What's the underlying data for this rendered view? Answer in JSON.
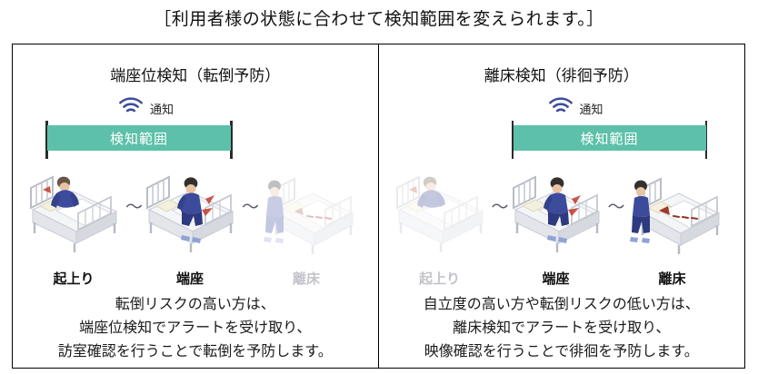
{
  "title": "［利用者様の状態に合わせて検知範囲を変えられます。］",
  "colors": {
    "range_band": "#5cc0aa",
    "wifi_icon": "#3f4d9e",
    "frame_border": "#000000",
    "dim_label": "#c3c3cb",
    "text": "#1a1a1a"
  },
  "separator": "～",
  "panels": [
    {
      "id": "tanzai-detection",
      "heading": "端座位検知（転倒予防）",
      "notify_label": "通知",
      "notify_icon": "wifi-icon",
      "range_label": "検知範囲",
      "states": [
        {
          "label": "起上り",
          "active": true
        },
        {
          "label": "端座",
          "active": true
        },
        {
          "label": "離床",
          "active": false
        }
      ],
      "description": [
        "転倒リスクの高い方は、",
        "端座位検知でアラートを受け取り、",
        "訪室確認を行うことで転倒を予防します。"
      ]
    },
    {
      "id": "rishou-detection",
      "heading": "離床検知（徘徊予防）",
      "notify_label": "通知",
      "notify_icon": "wifi-icon",
      "range_label": "検知範囲",
      "states": [
        {
          "label": "起上り",
          "active": false
        },
        {
          "label": "端座",
          "active": true
        },
        {
          "label": "離床",
          "active": true
        }
      ],
      "description": [
        "自立度の高い方や転倒リスクの低い方は、",
        "離床検知でアラートを受け取り、",
        "映像確認を行うことで徘徊を予防します。"
      ]
    }
  ]
}
